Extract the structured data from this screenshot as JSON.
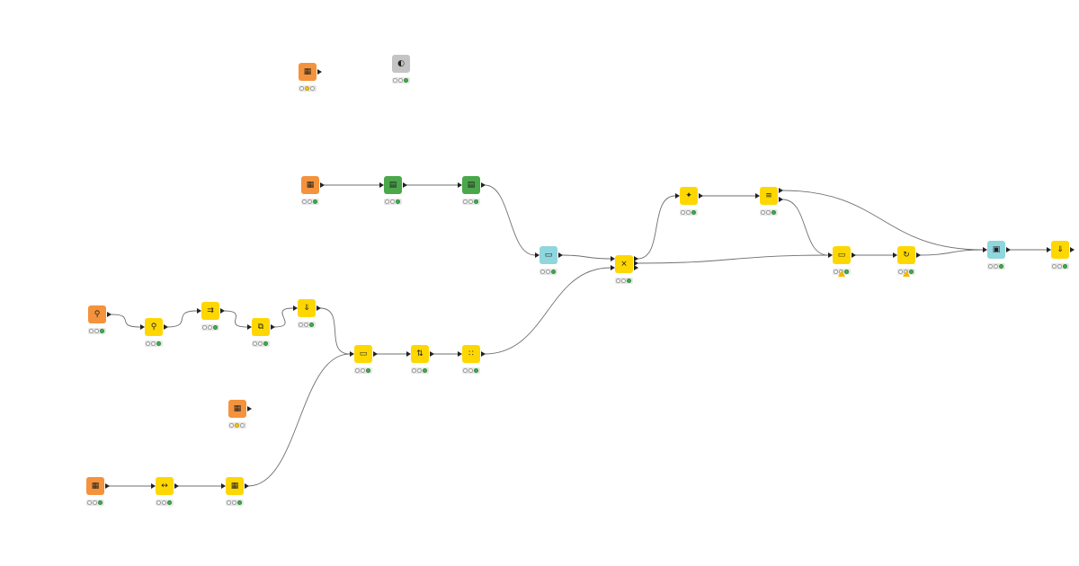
{
  "workflow": {
    "colors": {
      "reader": "#f4933c",
      "manipulator": "#ffd700",
      "loop": "#8fd6dd",
      "view": "#4aa74a",
      "disabled": "#c4c4c4",
      "connection": "#6f6f6f",
      "status_ok": "#3bb34a",
      "status_configured": "#f6c51b",
      "warning": "#f6b800"
    },
    "nodes": [
      {
        "id": "n1",
        "kind": "reader",
        "icon": "table-reader-icon",
        "status": "configured"
      },
      {
        "id": "n2",
        "kind": "disabled",
        "icon": "color-wheel-icon",
        "status": "executed"
      },
      {
        "id": "n3",
        "kind": "reader",
        "icon": "table-reader-icon",
        "status": "executed"
      },
      {
        "id": "n4",
        "kind": "view",
        "icon": "document-view-icon",
        "status": "executed"
      },
      {
        "id": "n5",
        "kind": "view",
        "icon": "document-view-icon",
        "status": "executed"
      },
      {
        "id": "n6",
        "kind": "loop",
        "icon": "database-icon",
        "status": "executed"
      },
      {
        "id": "n7",
        "kind": "manipulator",
        "icon": "joiner-icon",
        "status": "executed"
      },
      {
        "id": "n8",
        "kind": "manipulator",
        "icon": "transform-icon",
        "status": "executed"
      },
      {
        "id": "n9",
        "kind": "manipulator",
        "icon": "splitter-icon",
        "status": "executed"
      },
      {
        "id": "n10",
        "kind": "manipulator",
        "icon": "rule-icon",
        "status": "warning"
      },
      {
        "id": "n11",
        "kind": "manipulator",
        "icon": "pivot-icon",
        "status": "warning"
      },
      {
        "id": "n12",
        "kind": "loop",
        "icon": "loop-end-icon",
        "status": "executed"
      },
      {
        "id": "n13",
        "kind": "manipulator",
        "icon": "concatenate-icon",
        "status": "executed"
      },
      {
        "id": "n14",
        "kind": "reader",
        "icon": "search-icon",
        "status": "executed"
      },
      {
        "id": "n15",
        "kind": "manipulator",
        "icon": "search-icon",
        "status": "executed"
      },
      {
        "id": "n16",
        "kind": "manipulator",
        "icon": "column-filter-icon",
        "status": "executed"
      },
      {
        "id": "n17",
        "kind": "manipulator",
        "icon": "resize-icon",
        "status": "executed"
      },
      {
        "id": "n18",
        "kind": "manipulator",
        "icon": "concatenate-icon",
        "status": "executed"
      },
      {
        "id": "n19",
        "kind": "manipulator",
        "icon": "rule-icon",
        "status": "executed"
      },
      {
        "id": "n20",
        "kind": "manipulator",
        "icon": "sort-icon",
        "status": "executed"
      },
      {
        "id": "n21",
        "kind": "manipulator",
        "icon": "groupby-icon",
        "status": "executed"
      },
      {
        "id": "n22",
        "kind": "reader",
        "icon": "table-reader-icon",
        "status": "configured"
      },
      {
        "id": "n23",
        "kind": "reader",
        "icon": "table-reader-icon",
        "status": "executed"
      },
      {
        "id": "n24",
        "kind": "manipulator",
        "icon": "string-manipulation-icon",
        "status": "executed"
      },
      {
        "id": "n25",
        "kind": "manipulator",
        "icon": "table-icon",
        "status": "executed"
      }
    ],
    "connections": [
      [
        "n3",
        "n4"
      ],
      [
        "n4",
        "n5"
      ],
      [
        "n5",
        "n6"
      ],
      [
        "n6",
        "n7"
      ],
      [
        "n7",
        "n8"
      ],
      [
        "n8",
        "n9"
      ],
      [
        "n9",
        "n12"
      ],
      [
        "n9",
        "n10"
      ],
      [
        "n7",
        "n10"
      ],
      [
        "n10",
        "n11"
      ],
      [
        "n11",
        "n12"
      ],
      [
        "n12",
        "n13"
      ],
      [
        "n14",
        "n15"
      ],
      [
        "n15",
        "n16"
      ],
      [
        "n16",
        "n17"
      ],
      [
        "n17",
        "n18"
      ],
      [
        "n18",
        "n19"
      ],
      [
        "n19",
        "n20"
      ],
      [
        "n20",
        "n21"
      ],
      [
        "n21",
        "n7"
      ],
      [
        "n23",
        "n24"
      ],
      [
        "n24",
        "n25"
      ],
      [
        "n25",
        "n19"
      ]
    ]
  }
}
